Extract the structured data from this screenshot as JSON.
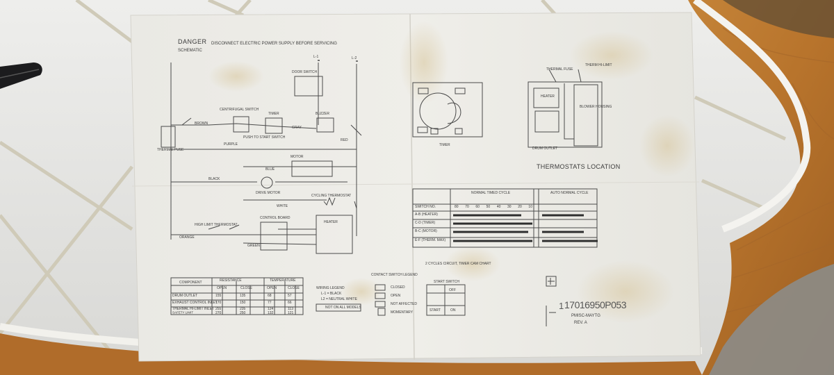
{
  "photo": {
    "subject": "Photo of a printed appliance wiring schematic sheet lying on a table",
    "colors": {
      "paper": "#ecebe6",
      "ink": "#3a3a3a",
      "table_wood": "#b8742c",
      "tile": "#e9e9e7",
      "pen": "#1c1c1e"
    }
  },
  "schematic": {
    "warning_title": "DANGER",
    "warning_sub": "SCHEMATIC",
    "warning_text": "DISCONNECT ELECTRIC POWER SUPPLY BEFORE SERVICING",
    "line_labels": [
      "L-1",
      "L-2"
    ],
    "components": [
      {
        "label": "DOOR SWITCH"
      },
      {
        "label": "DRIVE MOTOR"
      },
      {
        "label": "THERMAL FUSE"
      },
      {
        "label": "CENTRIFUGAL SWITCH"
      },
      {
        "label": "HEATER"
      },
      {
        "label": "TIMER"
      },
      {
        "label": "BUZZER"
      },
      {
        "label": "CYCLING THERMOSTAT"
      },
      {
        "label": "HIGH LIMIT THERMOSTAT"
      },
      {
        "label": "PUSH TO START SWITCH"
      },
      {
        "label": "CONTROL BOARD"
      },
      {
        "label": "MOTOR"
      }
    ],
    "wire_labels": [
      "BLUE",
      "BLACK",
      "WHITE",
      "ORANGE",
      "RED",
      "BROWN",
      "GRAY",
      "PURPLE",
      "GREEN"
    ]
  },
  "resistance_table": {
    "header": [
      "COMPONENT",
      "RESISTANCE",
      "TEMPERATURE"
    ],
    "sub_header": [
      "OPEN",
      "CLOSE",
      "OPEN",
      "CLOSE"
    ],
    "rows": [
      [
        "DRUM OUTLET",
        "155",
        "135",
        "68",
        "57"
      ],
      [
        "EXHAUST CONTROL INLET",
        "170",
        "150",
        "77",
        "66"
      ],
      [
        "THERMAL HI-LIMIT INLET",
        "255",
        "235",
        "124",
        "113"
      ],
      [
        "SAFETY LIMIT",
        "270",
        "250",
        "132",
        "121"
      ]
    ]
  },
  "wiring_legend": {
    "title": "WIRING LEGEND",
    "items": [
      "L-1 = BLACK",
      "L2 = NEUTRAL WHITE"
    ],
    "note": "NOT ON ALL MODELS"
  },
  "switch_legend": {
    "title": "CONTACT SWITCH LEGEND",
    "items": [
      "CLOSED",
      "OPEN",
      "NOT AFFECTED",
      "MOMENTARY"
    ]
  },
  "timer_label": "TIMER",
  "thermostat_location": {
    "title": "THERMOSTATS LOCATION",
    "labels": [
      "THERMAL FUSE",
      "HEATER",
      "THERM HI-LIMIT",
      "DRUM OUTLET",
      "BLOWER HOUSING"
    ]
  },
  "timer_chart": {
    "col_headers": [
      "NORMAL TIMED CYCLE",
      "AUTO NORMAL CYCLE"
    ],
    "tick_labels": [
      "80",
      "70",
      "60",
      "50",
      "40",
      "30",
      "20",
      "10"
    ],
    "rows": [
      "SWITCH NO.",
      "A-B (HEATER)",
      "C-D (TIMER)",
      "B-C (MOTOR)",
      "E-F (THERM. MAX)"
    ],
    "note": "2 CYCLES CIRCUIT, TIMER CAM CHART"
  },
  "start_switch_table": {
    "title": "START SWITCH",
    "rows": [
      [
        "",
        "OFF"
      ],
      [
        "START",
        "ON"
      ]
    ]
  },
  "part_number": {
    "handwritten_prefix": "1",
    "number": "17016950P053",
    "sub": "PMISC-MAYTG",
    "rev": "REV. A"
  }
}
